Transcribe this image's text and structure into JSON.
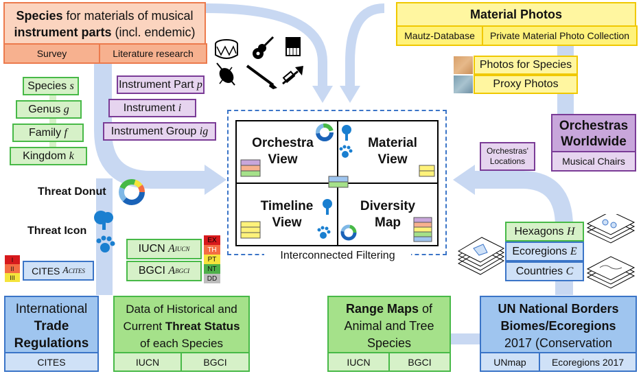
{
  "species_panel": {
    "title_bold": "Species",
    "title_rest": " for materials of musical",
    "title_line2_bold": "instrument parts",
    "title_line2_rest": " (incl. endemic)",
    "survey": "Survey",
    "literature": "Literature research"
  },
  "taxonomy": [
    {
      "label": "Species",
      "var": "s"
    },
    {
      "label": "Genus",
      "var": "g"
    },
    {
      "label": "Family",
      "var": "f"
    },
    {
      "label": "Kingdom",
      "var": "k"
    }
  ],
  "instruments": [
    {
      "label": "Instrument Part",
      "var": "p"
    },
    {
      "label": "Instrument",
      "var": "i"
    },
    {
      "label": "Instrument Group",
      "var": "ig"
    }
  ],
  "material_photos": {
    "title": "Material Photos",
    "mautz": "Mautz-Database",
    "private": "Private Material Photo Collection",
    "photos_for_species": "Photos for Species",
    "proxy_photos": "Proxy Photos"
  },
  "orchestras": {
    "title_line1": "Orchestras",
    "title_line2": "Worldwide",
    "musical_chairs": "Musical Chairs",
    "locations_line1": "Orchestras'",
    "locations_line2": "Locations"
  },
  "views": {
    "orchestra": [
      "Orchestra",
      "View"
    ],
    "material": [
      "Material",
      "View"
    ],
    "timeline": [
      "Timeline",
      "View"
    ],
    "diversity": [
      "Diversity",
      "Map"
    ],
    "filtering": "Interconnected Filtering"
  },
  "legend": {
    "threat_donut": "Threat Donut",
    "threat_icon": "Threat Icon"
  },
  "threat_scale": [
    {
      "code": "EX",
      "color": "#d7191c"
    },
    {
      "code": "TH",
      "color": "#f46d43"
    },
    {
      "code": "PT",
      "color": "#f5e43b"
    },
    {
      "code": "NT",
      "color": "#4daf4a"
    },
    {
      "code": "DD",
      "color": "#bdbdbd"
    }
  ],
  "cites_scale": [
    {
      "code": "I",
      "color": "#d7191c"
    },
    {
      "code": "II",
      "color": "#f46d43"
    },
    {
      "code": "III",
      "color": "#f5e43b"
    }
  ],
  "threat_data": {
    "iucn": "IUCN",
    "iucn_sup": "IUCN",
    "bgci": "BGCI",
    "bgci_sup": "BGCI",
    "cites": "CITES",
    "cites_sup": "CITES",
    "a": "A"
  },
  "trade": {
    "line1": "International",
    "line2": "Trade",
    "line3": "Regulations",
    "footer": "CITES"
  },
  "historical": {
    "line1": "Data of Historical and",
    "line2_rest": "Current ",
    "line2_bold": "Threat Status",
    "line3": "of each Species",
    "iucn": "IUCN",
    "bgci": "BGCI"
  },
  "range_maps": {
    "line1_bold": "Range Maps",
    "line1_rest": " of",
    "line2": "Animal and Tree",
    "line3": "Species",
    "iucn": "IUCN",
    "bgci": "BGCI"
  },
  "geo": {
    "hexagons": "Hexagons",
    "hexagons_var": "H",
    "ecoregions": "Ecoregions",
    "ecoregions_var": "E",
    "countries": "Countries",
    "countries_var": "C"
  },
  "un_panel": {
    "line1": "UN National Borders",
    "line2": "Biomes/Ecoregions",
    "line3": "2017 (Conservation",
    "unmap": "UNmap",
    "ecoregions2017": "Ecoregions 2017"
  },
  "colors": {
    "arrow": "#c8d8f2",
    "dashed_border": "#3a74c7",
    "threat_donut": [
      "#1a63b8",
      "#7fb8e6",
      "#47b947",
      "#f5e43b",
      "#f46d43"
    ]
  },
  "icons": [
    "drum-icon",
    "guitar-icon",
    "piano-icon",
    "violin-icon",
    "clarinet-icon",
    "trumpet-icon"
  ]
}
